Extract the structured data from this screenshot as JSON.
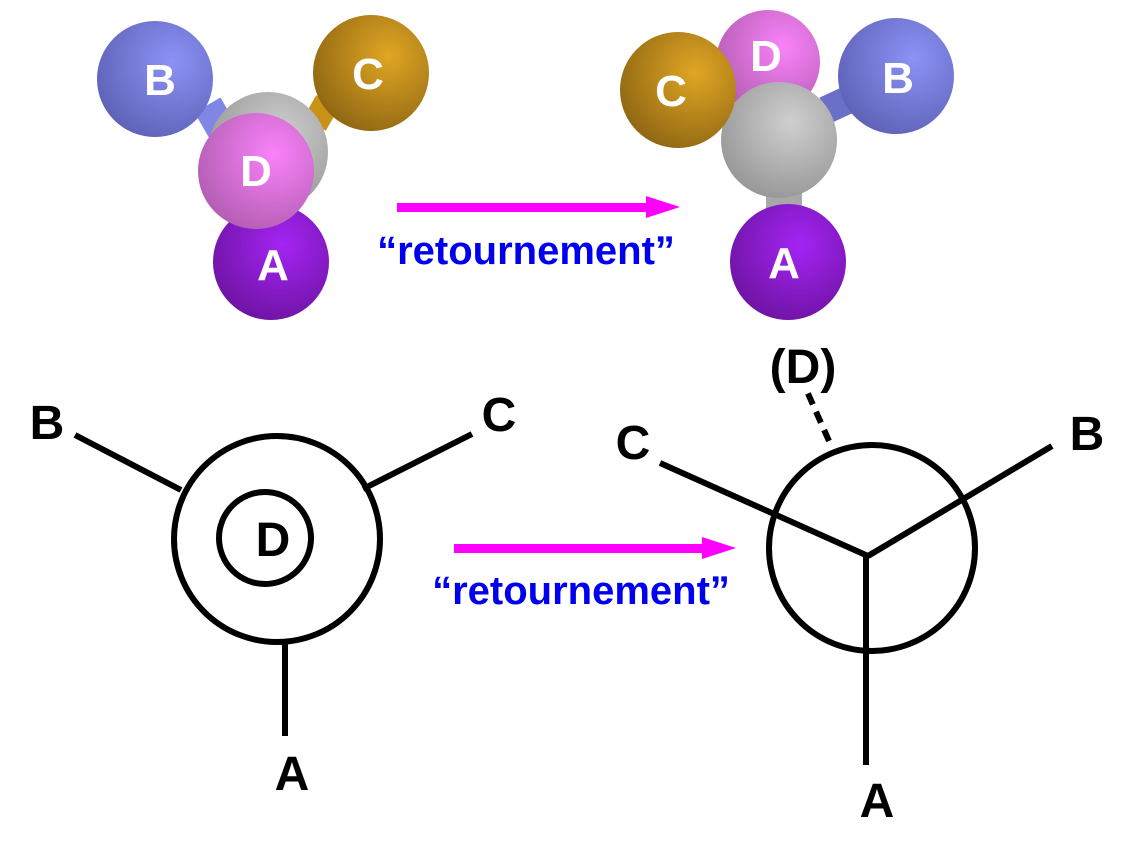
{
  "colors": {
    "atom_A": "#9a1ee6",
    "atom_B": "#8086e6",
    "atom_C": "#d49c1e",
    "atom_D": "#f07cf0",
    "atom_center": "#c4c4c4",
    "arrow": "#ff00ff",
    "caption": "#0000ee",
    "line": "#000000"
  },
  "top_left_model": {
    "atoms": {
      "A": "A",
      "B": "B",
      "C": "C",
      "D": "D"
    }
  },
  "top_right_model": {
    "atoms": {
      "A": "A",
      "B": "B",
      "C": "C",
      "D": "D"
    }
  },
  "top_arrow": {
    "caption": "“retournement”"
  },
  "bottom_arrow": {
    "caption": "“retournement”"
  },
  "newman_left": {
    "labels": {
      "A": "A",
      "B": "B",
      "C": "C",
      "D": "D"
    }
  },
  "newman_right": {
    "labels": {
      "A": "A",
      "B": "B",
      "C": "C",
      "D": "(D)"
    }
  }
}
